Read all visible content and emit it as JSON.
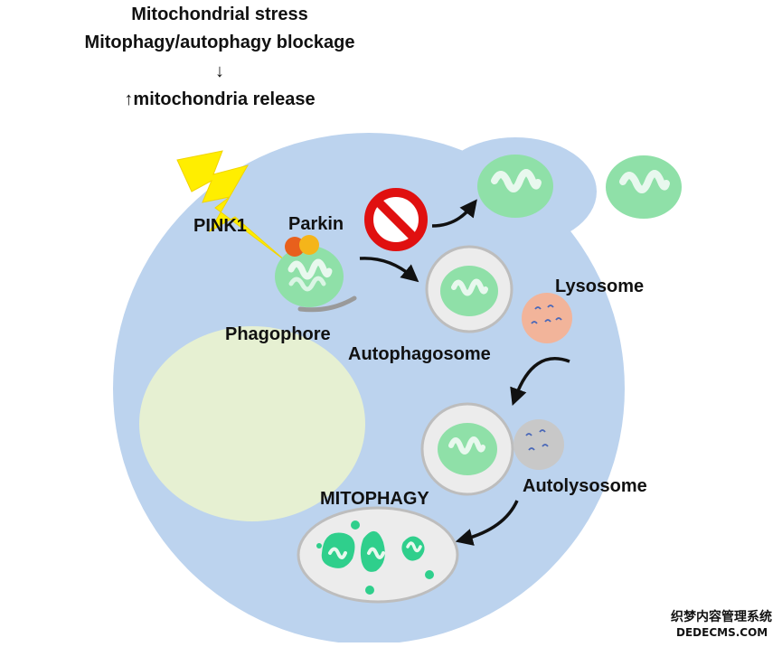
{
  "header": {
    "line1": "Mitochondrial stress",
    "line2": "Mitophagy/autophagy blockage",
    "arrow": "↓",
    "line4": "↑mitochondria release"
  },
  "labels": {
    "pink1": "PINK1",
    "parkin": "Parkin",
    "lysosome": "Lysosome",
    "phagophore": "Phagophore",
    "autophagosome": "Autophagosome",
    "autolysosome": "Autolysosome",
    "mitophagy": "MITOPHAGY"
  },
  "watermark": {
    "line1": "织梦内容管理系统",
    "line2": "DEDECMS.COM"
  },
  "colors": {
    "cell": "#bcd3ee",
    "nucleus": "#e6f0d2",
    "mito_fill": "#8fe0a8",
    "mito_inner": "#e8f8ee",
    "vesicle_fill": "#ececec",
    "vesicle_stroke": "#bdbdbd",
    "lysosome": "#f2b49a",
    "autolysosome_lyso": "#c8c8c8",
    "bolt": "#ffee00",
    "pink1": "#e8601c",
    "parkin": "#f5b51a",
    "prohibit": "#e01010",
    "fragments": "#2fcf8c"
  }
}
